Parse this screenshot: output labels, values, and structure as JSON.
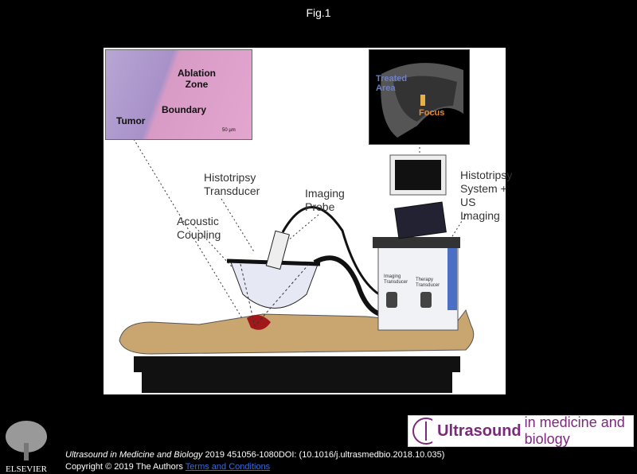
{
  "title": "Fig.1",
  "figure": {
    "labels": {
      "histotripsy_transducer": [
        "Histotripsy",
        "Transducer"
      ],
      "imaging_probe": [
        "Imaging",
        "Probe"
      ],
      "acoustic_coupling": [
        "Acoustic",
        "Coupling"
      ],
      "system": [
        "Histotripsy",
        "System + US",
        "Imaging"
      ],
      "imaging_transducer": "Imaging Transducer",
      "therapy_transducer": "Therapy Transducer"
    },
    "histology_inset": {
      "ablation_zone": "Ablation Zone",
      "boundary": "Boundary",
      "tumor": "Tumor",
      "scale_bar": "50 µm"
    },
    "ultrasound_inset": {
      "treated_area": "Treated Area",
      "focus": "Focus"
    }
  },
  "footer": {
    "journal": "Ultrasound in Medicine and Biology",
    "citation_rest": " 2019 451056-1080DOI: (10.1016/j.ultrasmedbio.2018.10.035)",
    "copyright": "Copyright © 2019 The Authors ",
    "terms_link": "Terms and Conditions",
    "publisher": "ELSEVIER",
    "journal_logo_bold": "Ultrasound",
    "journal_logo_rest": "in medicine and biology"
  }
}
